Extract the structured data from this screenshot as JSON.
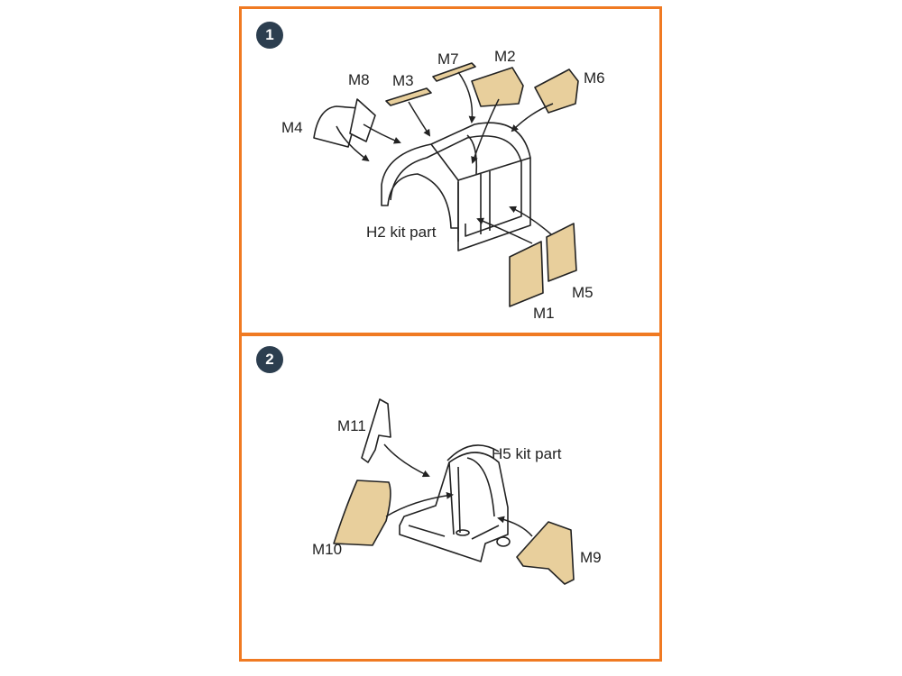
{
  "colors": {
    "frame": "#f07a22",
    "badge": "#2c3e4f",
    "mask_fill": "#e8cf9c",
    "line": "#222222"
  },
  "panel1": {
    "step": "1",
    "kit_part": "H2 kit part",
    "labels": {
      "m1": "M1",
      "m2": "M2",
      "m3": "M3",
      "m4": "M4",
      "m5": "M5",
      "m6": "M6",
      "m7": "M7",
      "m8": "M8"
    }
  },
  "panel2": {
    "step": "2",
    "kit_part": "H5 kit part",
    "labels": {
      "m9": "M9",
      "m10": "M10",
      "m11": "M11"
    }
  }
}
